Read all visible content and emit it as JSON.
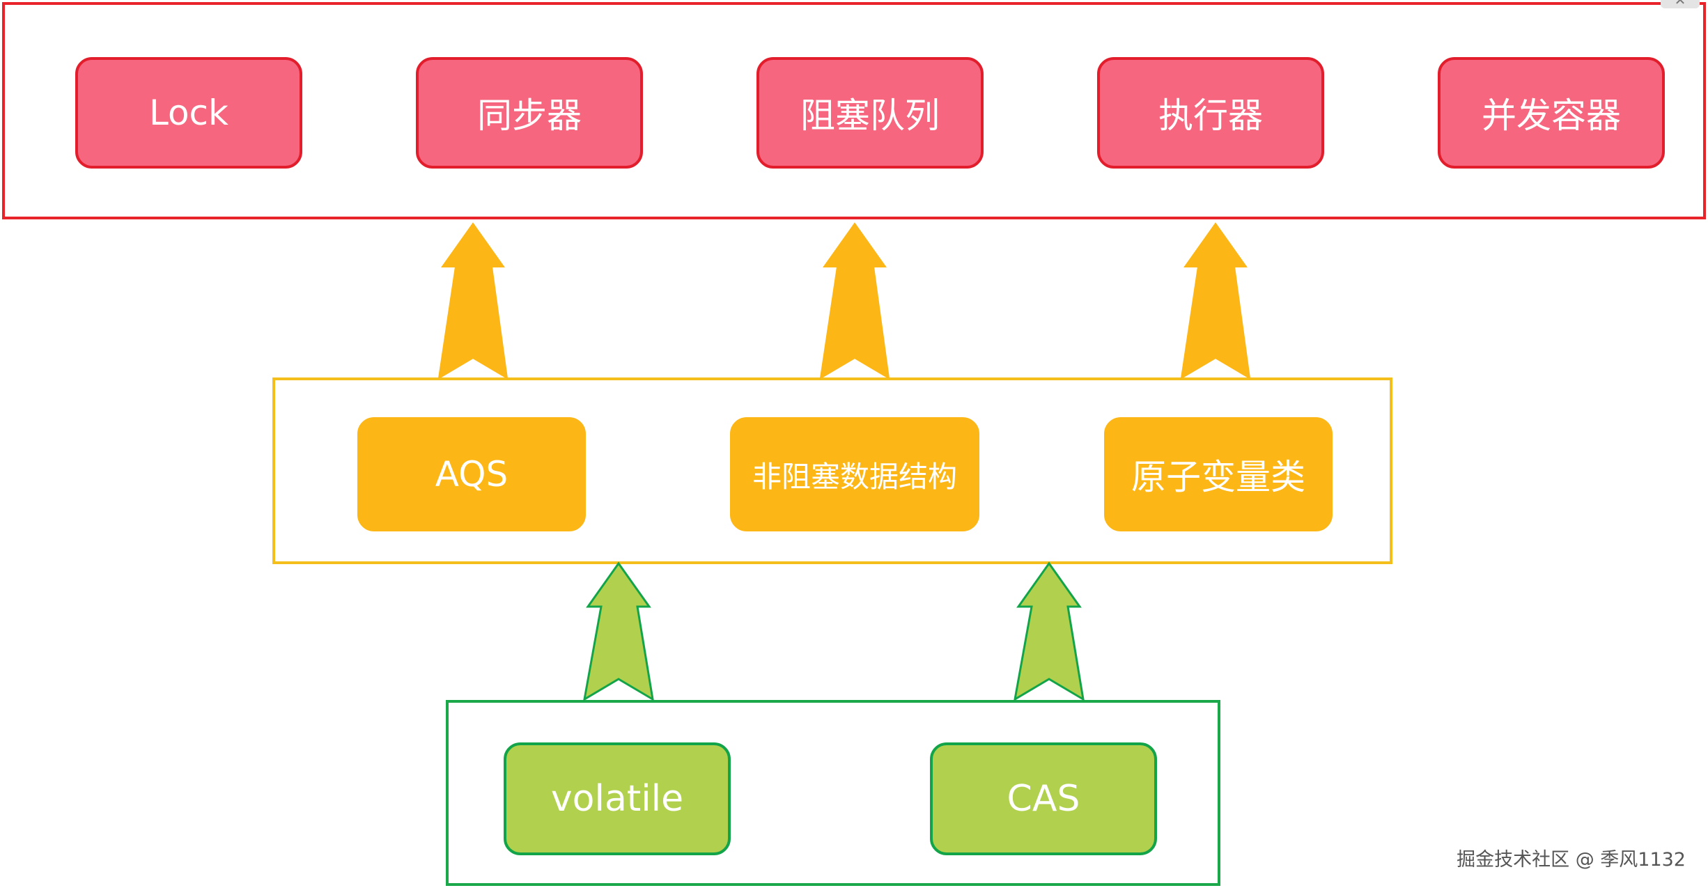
{
  "layers": {
    "top": {
      "items": [
        {
          "label": "Lock"
        },
        {
          "label": "同步器"
        },
        {
          "label": "阻塞队列"
        },
        {
          "label": "执行器"
        },
        {
          "label": "并发容器"
        }
      ]
    },
    "middle": {
      "items": [
        {
          "label": "AQS"
        },
        {
          "label": "非阻塞数据结构"
        },
        {
          "label": "原子变量类"
        }
      ]
    },
    "bottom": {
      "items": [
        {
          "label": "volatile"
        },
        {
          "label": "CAS"
        }
      ]
    }
  },
  "arrows": [
    {
      "from": "middle",
      "to": "top",
      "color": "#fcb616",
      "stroke": "#fcb616"
    },
    {
      "from": "bottom",
      "to": "middle",
      "color": "#b1d14e",
      "stroke": "#13a44a"
    }
  ],
  "watermark": "掘金技术社区 @ 季风1132",
  "colors": {
    "top_border": "#e8232a",
    "top_box_fill": "#f7667f",
    "middle_border": "#f4bf1a",
    "middle_box_fill": "#fcb616",
    "bottom_border": "#1aa84a",
    "bottom_box_fill": "#b1d14e"
  }
}
